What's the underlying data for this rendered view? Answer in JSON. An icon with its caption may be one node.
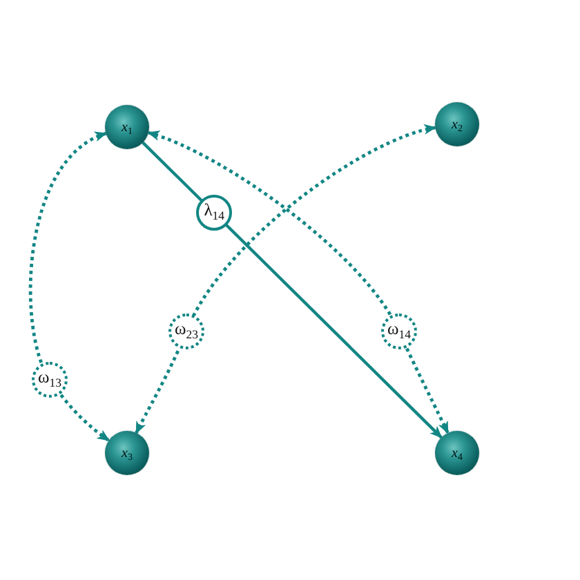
{
  "diagram": {
    "nodes": [
      {
        "text": [
          "x$_{1}$"
        ]
      },
      {
        "text": [
          "x$_{2}$"
        ]
      },
      {
        "text": [
          "x$_{3}$"
        ]
      },
      {
        "text": [
          "x$_{4}$"
        ]
      }
    ],
    "edges": [
      {
        "from": 0,
        "to": 3,
        "arrow": "to",
        "label": "λ$_{14}$"
      },
      {
        "from": 0,
        "to": 2,
        "arrow": "both",
        "label": "ω$_{13}$",
        "style": "dashed"
      },
      {
        "from": 1,
        "to": 2,
        "arrow": "both",
        "label": "ω$_{23}$",
        "style": "dashed"
      },
      {
        "from": 0,
        "to": 3,
        "arrow": "both",
        "label": "ω$_{14}$",
        "style": "dashed"
      }
    ]
  }
}
